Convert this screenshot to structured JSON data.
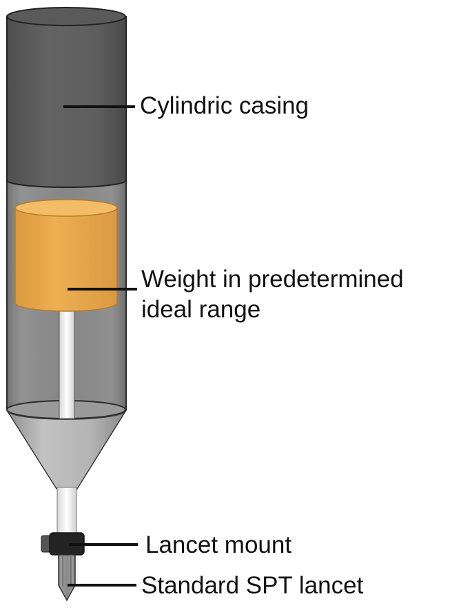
{
  "labels": {
    "casing": "Cylindric casing",
    "weight_line1": "Weight in predetermined",
    "weight_line2": "ideal range",
    "mount": "Lancet mount",
    "lancet": "Standard SPT lancet"
  },
  "colors": {
    "casing": "#5e5e5e",
    "casing_top": "#5a5a5a",
    "inner_tube": "#8f8f8f",
    "weight": "#e9a84a",
    "weight_top": "#f2bd66",
    "funnel": "#a9a9a9",
    "rod": "#ececec",
    "mount": "#222222",
    "leader": "#111111"
  }
}
